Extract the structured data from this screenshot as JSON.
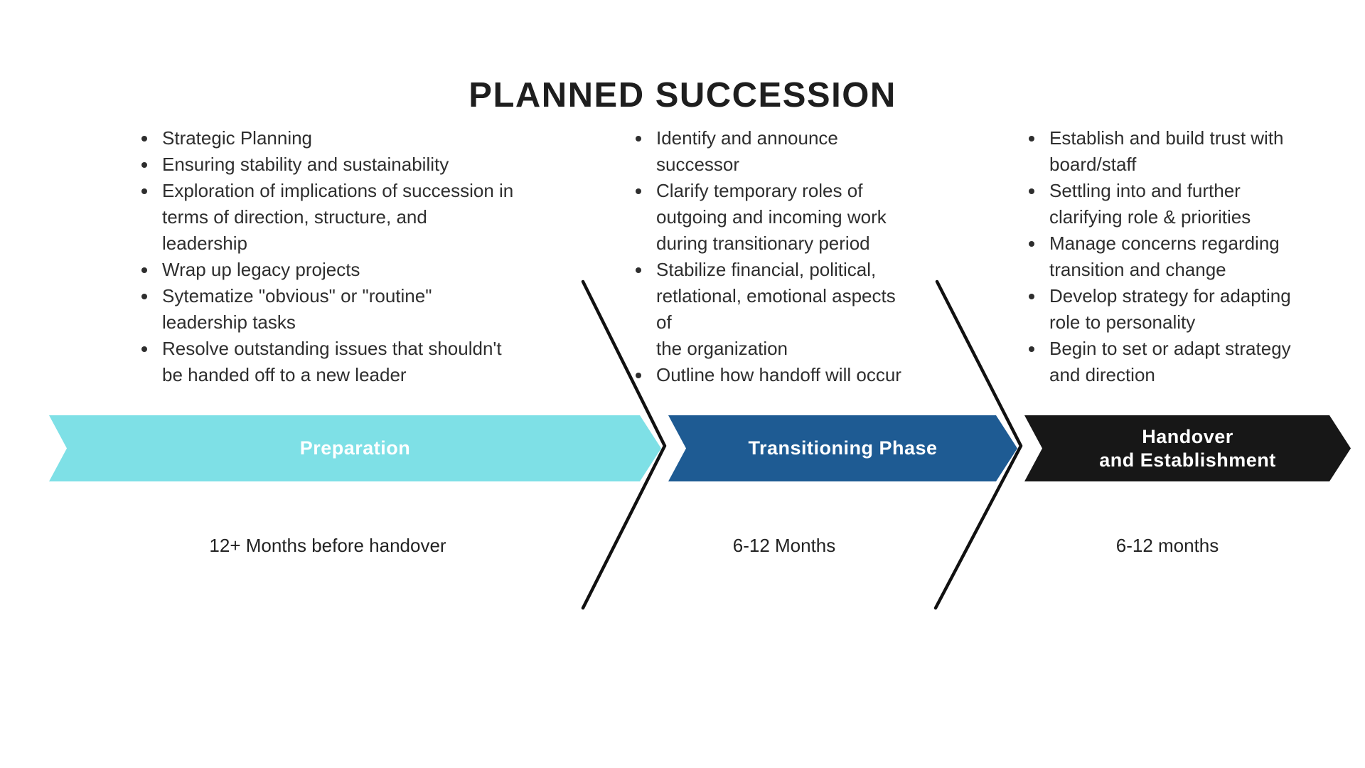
{
  "title": "PLANNED SUCCESSION",
  "colors": {
    "preparation_banner": "#7ee0e6",
    "transitioning_banner": "#1e5b93",
    "handover_banner": "#171717",
    "chevron_line": "#111111",
    "banner_text": "#ffffff"
  },
  "phases": [
    {
      "name": "Preparation",
      "duration": "12+ Months before handover",
      "items": [
        "Strategic Planning",
        "Ensuring stability and sustainability",
        "Exploration of implications of succession in\nterms of direction, structure, and\nleadership",
        "Wrap up legacy projects",
        "Sytematize \"obvious\" or \"routine\"\nleadership tasks",
        "Resolve outstanding issues that shouldn't\nbe handed off to a new leader"
      ]
    },
    {
      "name": "Transitioning Phase",
      "duration": "6-12 Months",
      "items": [
        "Identify and announce\nsuccessor",
        "Clarify temporary roles of\noutgoing and incoming work\nduring transitionary period",
        "Stabilize financial, political,\nretlational, emotional aspects of\nthe organization",
        "Outline how handoff will occur"
      ]
    },
    {
      "name": "Handover\nand Establishment",
      "duration": "6-12 months",
      "items": [
        "Establish and build trust with\nboard/staff",
        "Settling into and further\nclarifying role & priorities",
        "Manage concerns regarding\ntransition and change",
        "Develop strategy for adapting\nrole to personality",
        "Begin to set or adapt strategy\nand direction"
      ]
    }
  ]
}
